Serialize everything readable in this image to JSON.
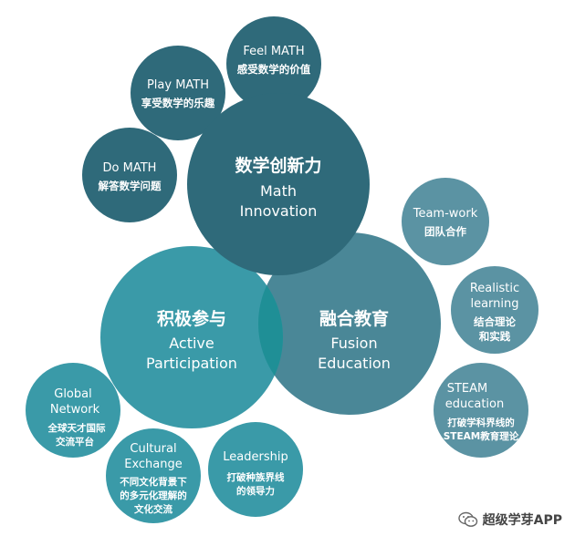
{
  "center": {
    "math": {
      "zh": "数学创新力",
      "en1": "Math",
      "en2": "Innovation",
      "color": "#2f6a7a"
    },
    "active": {
      "zh": "积极参与",
      "en1": "Active",
      "en2": "Participation",
      "color": "#3a9aa8"
    },
    "fusion": {
      "zh": "融合教育",
      "en1": "Fusion",
      "en2": "Education",
      "color": "#4a8797"
    },
    "overlap_color": "#1f8f96"
  },
  "satellites": {
    "feel": {
      "l1": "Feel MATH",
      "l2": "感受数学的价值",
      "color": "#2f6a7a"
    },
    "play": {
      "l1": "Play MATH",
      "l2": "享受数学的乐趣",
      "color": "#2f6a7a"
    },
    "do": {
      "l1": "Do MATH",
      "l2": "解答数学问题",
      "color": "#2f6a7a"
    },
    "teamwork": {
      "l1": "Team-work",
      "l2": "团队合作",
      "color": "#5b93a3"
    },
    "realistic": {
      "l1": "Realistic",
      "l2": "learning",
      "l3": "结合理论",
      "l4": "和实践",
      "color": "#5b93a3"
    },
    "steam": {
      "l1": "STEAM",
      "l2": "education",
      "l3": "打破学科界线的",
      "l4": "STEAM教育理论",
      "color": "#5b93a3"
    },
    "global": {
      "l1": "Global",
      "l2": "Network",
      "l3": "全球天才国际",
      "l4": "交流平台",
      "color": "#3a9aa8"
    },
    "cultural": {
      "l1": "Cultural",
      "l2": "Exchange",
      "l3": "不同文化背景下",
      "l4": "的多元化理解的",
      "l5": "文化交流",
      "color": "#3a9aa8"
    },
    "leadership": {
      "l1": "Leadership",
      "l2": "打破种族界线",
      "l3": "的领导力",
      "color": "#3a9aa8"
    }
  },
  "watermark": {
    "text": "超级学芽APP",
    "icon": "wechat-icon"
  }
}
